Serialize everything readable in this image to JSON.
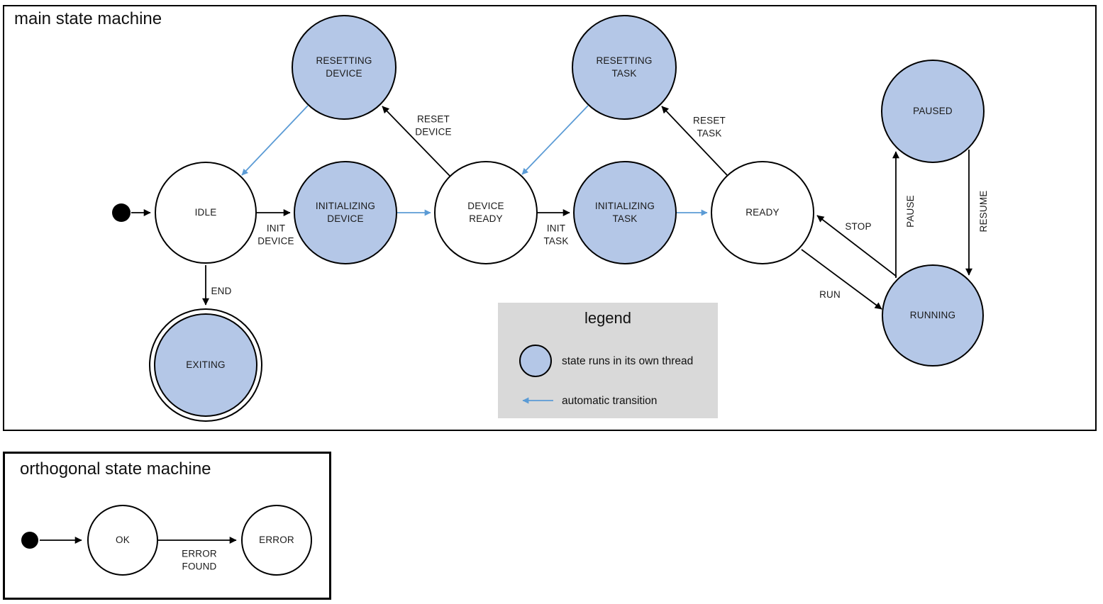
{
  "colors": {
    "threaded_state_fill": "#b4c7e7",
    "auto_transition_blue": "#5b9bd5",
    "legend_background": "#d9d9d9",
    "stroke": "#000000"
  },
  "main_machine": {
    "title": "main state machine",
    "states": {
      "idle": {
        "label": "IDLE",
        "threaded": false
      },
      "resetting_device": {
        "label": "RESETTING\nDEVICE",
        "threaded": true
      },
      "initializing_device": {
        "label": "INITIALIZING\nDEVICE",
        "threaded": true
      },
      "device_ready": {
        "label": "DEVICE\nREADY",
        "threaded": false
      },
      "resetting_task": {
        "label": "RESETTING\nTASK",
        "threaded": true
      },
      "initializing_task": {
        "label": "INITIALIZING\nTASK",
        "threaded": true
      },
      "ready": {
        "label": "READY",
        "threaded": false
      },
      "paused": {
        "label": "PAUSED",
        "threaded": true
      },
      "running": {
        "label": "RUNNING",
        "threaded": true
      },
      "exiting": {
        "label": "EXITING",
        "threaded": true,
        "final_state": true
      }
    },
    "transitions": {
      "init_device": "INIT\nDEVICE",
      "reset_device": "RESET\nDEVICE",
      "init_task": "INIT\nTASK",
      "reset_task": "RESET\nTASK",
      "run": "RUN",
      "stop": "STOP",
      "pause": "PAUSE",
      "resume": "RESUME",
      "end": "END"
    }
  },
  "legend": {
    "title": "legend",
    "threaded_item": "state runs in its own thread",
    "auto_item": "automatic transition"
  },
  "orthogonal_machine": {
    "title": "orthogonal state machine",
    "states": {
      "ok": {
        "label": "OK"
      },
      "error": {
        "label": "ERROR"
      }
    },
    "transitions": {
      "error_found": "ERROR\nFOUND"
    }
  }
}
